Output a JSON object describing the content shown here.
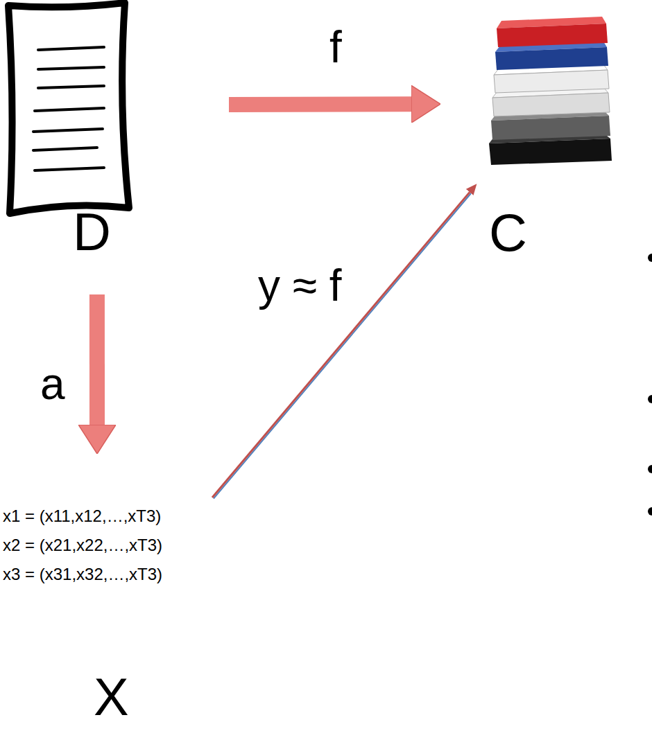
{
  "diagram": {
    "nodes": [
      {
        "text": [
          "D"
        ]
      },
      {
        "text": [
          "C"
        ]
      },
      {
        "text": [
          "x1 = (x11,x12,…,xT3)",
          "x2 = (x21,x22,…,xT3)",
          "x3 = (x31,x32,…,xT3)",
          "X"
        ]
      }
    ],
    "edges": [
      {
        "from": 0,
        "to": 1,
        "arrow": "to",
        "label": "f"
      },
      {
        "from": 0,
        "to": 2,
        "arrow": "to",
        "label": "a"
      },
      {
        "from": 2,
        "to": 1,
        "arrow": "to",
        "label": "y ≈ f"
      }
    ]
  }
}
